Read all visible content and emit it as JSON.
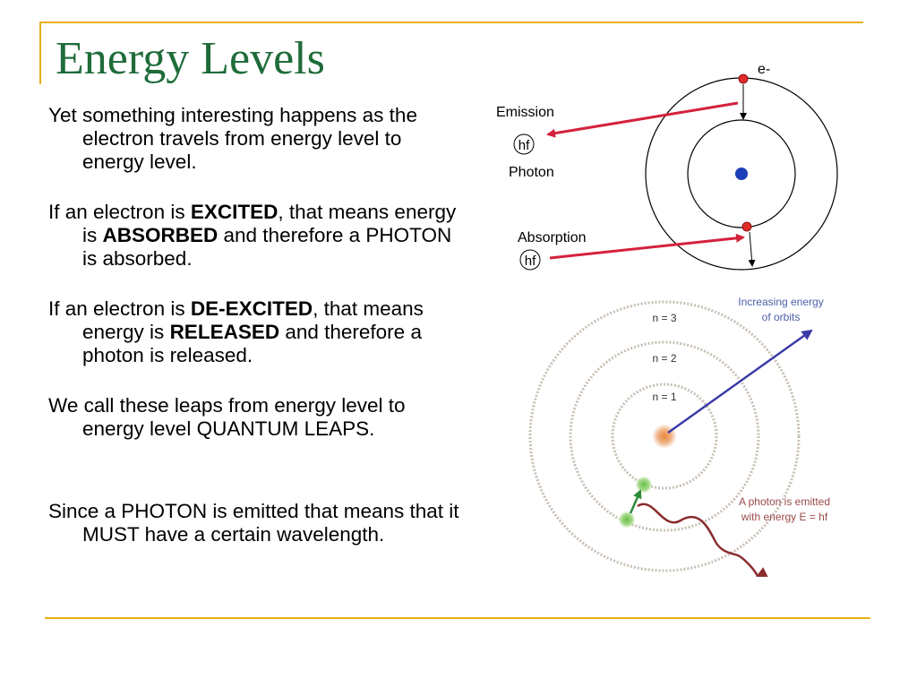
{
  "slide": {
    "title": "Energy Levels",
    "paragraphs": [
      {
        "parts": [
          "Yet something interesting happens as the electron travels from energy level to energy level."
        ]
      },
      {
        "parts": [
          "If an electron is ",
          "EXCITED",
          ", that means energy is ",
          "ABSORBED",
          " and therefore a PHOTON is absorbed."
        ]
      },
      {
        "parts": [
          "If an electron is ",
          "DE-EXCITED",
          ", that means energy is ",
          "RELEASED",
          " and therefore a photon is released."
        ]
      },
      {
        "parts": [
          "We call these leaps from energy level to energy level QUANTUM LEAPS."
        ]
      },
      {
        "parts": [
          "Since a PHOTON is emitted that means that it MUST have a certain wavelength."
        ]
      }
    ]
  },
  "diagram_top": {
    "electron_label": "e-",
    "emission_label": "Emission",
    "photon_symbol": "hf",
    "photon_label": "Photon",
    "absorption_label": "Absorption",
    "absorption_symbol": "hf"
  },
  "diagram_bottom": {
    "orbit_labels": [
      "n = 3",
      "n = 2",
      "n = 1"
    ],
    "energy_caption_line1": "Increasing energy",
    "energy_caption_line2": "of orbits",
    "emit_caption_line1": "A photon is emitted",
    "emit_caption_line2": "with energy E = hf"
  },
  "colors": {
    "title": "#1f6c3a",
    "frame": "#e6b012",
    "arrow_red": "#d4213c",
    "nucleus_blue": "#1a3fb8",
    "energy_arrow": "#3a3aa8",
    "photon_wave": "#8a2d2d",
    "orbit_ring": "#c8bfb4"
  }
}
